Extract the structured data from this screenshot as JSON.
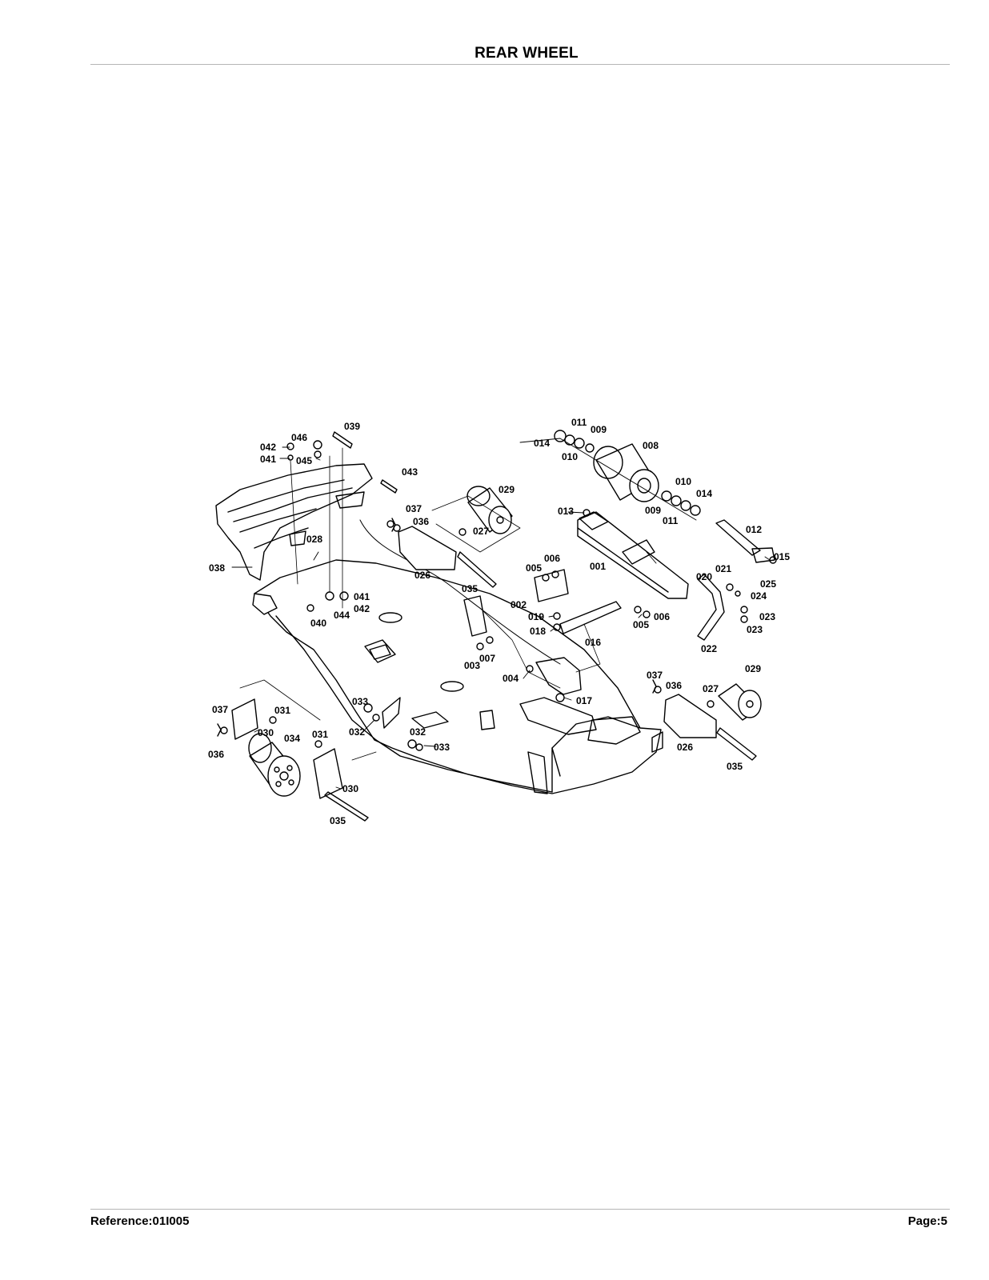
{
  "page": {
    "title": "REAR WHEEL"
  },
  "footer": {
    "reference_label": "Reference:",
    "reference_value": "01I005",
    "page_label": "Page:",
    "page_value": "5"
  },
  "diagram": {
    "callouts": [
      {
        "id": "c039",
        "text": "039"
      },
      {
        "id": "c046",
        "text": "046"
      },
      {
        "id": "c042a",
        "text": "042"
      },
      {
        "id": "c041a",
        "text": "041"
      },
      {
        "id": "c045",
        "text": "045"
      },
      {
        "id": "c043",
        "text": "043"
      },
      {
        "id": "c037a",
        "text": "037"
      },
      {
        "id": "c036a",
        "text": "036"
      },
      {
        "id": "c028",
        "text": "028"
      },
      {
        "id": "c038",
        "text": "038"
      },
      {
        "id": "c026a",
        "text": "026"
      },
      {
        "id": "c035a",
        "text": "035"
      },
      {
        "id": "c029a",
        "text": "029"
      },
      {
        "id": "c027a",
        "text": "027"
      },
      {
        "id": "c041b",
        "text": "041"
      },
      {
        "id": "c044",
        "text": "044"
      },
      {
        "id": "c042b",
        "text": "042"
      },
      {
        "id": "c040",
        "text": "040"
      },
      {
        "id": "c011a",
        "text": "011"
      },
      {
        "id": "c009a",
        "text": "009"
      },
      {
        "id": "c014a",
        "text": "014"
      },
      {
        "id": "c010a",
        "text": "010"
      },
      {
        "id": "c008",
        "text": "008"
      },
      {
        "id": "c010b",
        "text": "010"
      },
      {
        "id": "c014b",
        "text": "014"
      },
      {
        "id": "c009b",
        "text": "009"
      },
      {
        "id": "c011b",
        "text": "011"
      },
      {
        "id": "c013",
        "text": "013"
      },
      {
        "id": "c012",
        "text": "012"
      },
      {
        "id": "c015",
        "text": "015"
      },
      {
        "id": "c001",
        "text": "001"
      },
      {
        "id": "c006a",
        "text": "006"
      },
      {
        "id": "c005a",
        "text": "005"
      },
      {
        "id": "c002",
        "text": "002"
      },
      {
        "id": "c020",
        "text": "020"
      },
      {
        "id": "c021",
        "text": "021"
      },
      {
        "id": "c025",
        "text": "025"
      },
      {
        "id": "c024",
        "text": "024"
      },
      {
        "id": "c019",
        "text": "019"
      },
      {
        "id": "c018",
        "text": "018"
      },
      {
        "id": "c016",
        "text": "016"
      },
      {
        "id": "c005b",
        "text": "005"
      },
      {
        "id": "c006b",
        "text": "006"
      },
      {
        "id": "c023a",
        "text": "023"
      },
      {
        "id": "c023b",
        "text": "023"
      },
      {
        "id": "c022",
        "text": "022"
      },
      {
        "id": "c007",
        "text": "007"
      },
      {
        "id": "c003",
        "text": "003"
      },
      {
        "id": "c004",
        "text": "004"
      },
      {
        "id": "c017",
        "text": "017"
      },
      {
        "id": "c037b",
        "text": "037"
      },
      {
        "id": "c036b",
        "text": "036"
      },
      {
        "id": "c027b",
        "text": "027"
      },
      {
        "id": "c029b",
        "text": "029"
      },
      {
        "id": "c026b",
        "text": "026"
      },
      {
        "id": "c035b",
        "text": "035"
      },
      {
        "id": "c033a",
        "text": "033"
      },
      {
        "id": "c032a",
        "text": "032"
      },
      {
        "id": "c037c",
        "text": "037"
      },
      {
        "id": "c031a",
        "text": "031"
      },
      {
        "id": "c030a",
        "text": "030"
      },
      {
        "id": "c034",
        "text": "034"
      },
      {
        "id": "c031b",
        "text": "031"
      },
      {
        "id": "c036c",
        "text": "036"
      },
      {
        "id": "c032b",
        "text": "032"
      },
      {
        "id": "c033b",
        "text": "033"
      },
      {
        "id": "c030b",
        "text": "030"
      },
      {
        "id": "c035c",
        "text": "035"
      }
    ]
  }
}
